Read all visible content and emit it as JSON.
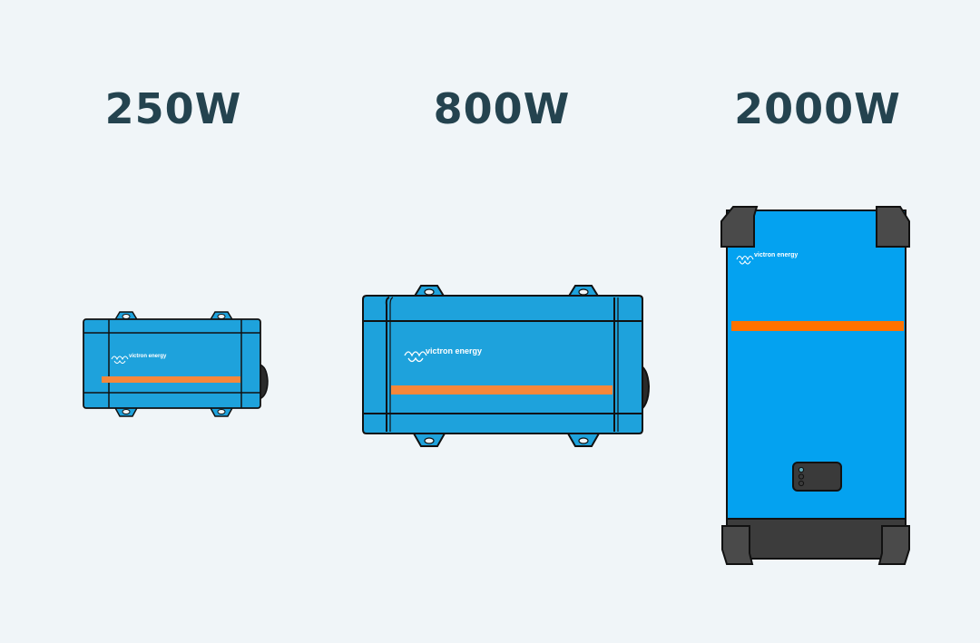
{
  "products": [
    {
      "label": "250W",
      "brand": "victron energy",
      "form": "horizontal-small",
      "body_color": "#1ea2dc",
      "stripe_color": "#f6873a"
    },
    {
      "label": "800W",
      "brand": "victron energy",
      "form": "horizontal-large",
      "body_color": "#1ea2dc",
      "stripe_color": "#f6873a"
    },
    {
      "label": "2000W",
      "brand": "victron energy",
      "form": "vertical",
      "body_color": "#04a2f0",
      "stripe_color": "#ff7200"
    }
  ],
  "colors": {
    "background": "#f0f5f8",
    "label_text": "#24434f",
    "outline": "#111111",
    "dark_cap": "#3c3c3c"
  }
}
